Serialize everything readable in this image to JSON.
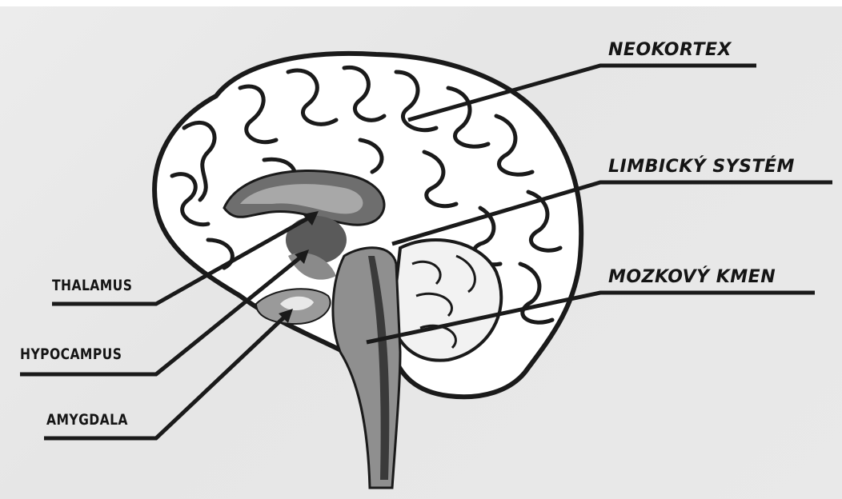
{
  "labels": {
    "neokortex": "NEOKORTEX",
    "limbicky_system": "LIMBICKÝ SYSTÉM",
    "mozkovy_kmen": "MOZKOVÝ KMEN",
    "thalamus": "THALAMUS",
    "hypocampus": "HYPOCAMPUS",
    "amygdala": "AMYGDALA"
  }
}
